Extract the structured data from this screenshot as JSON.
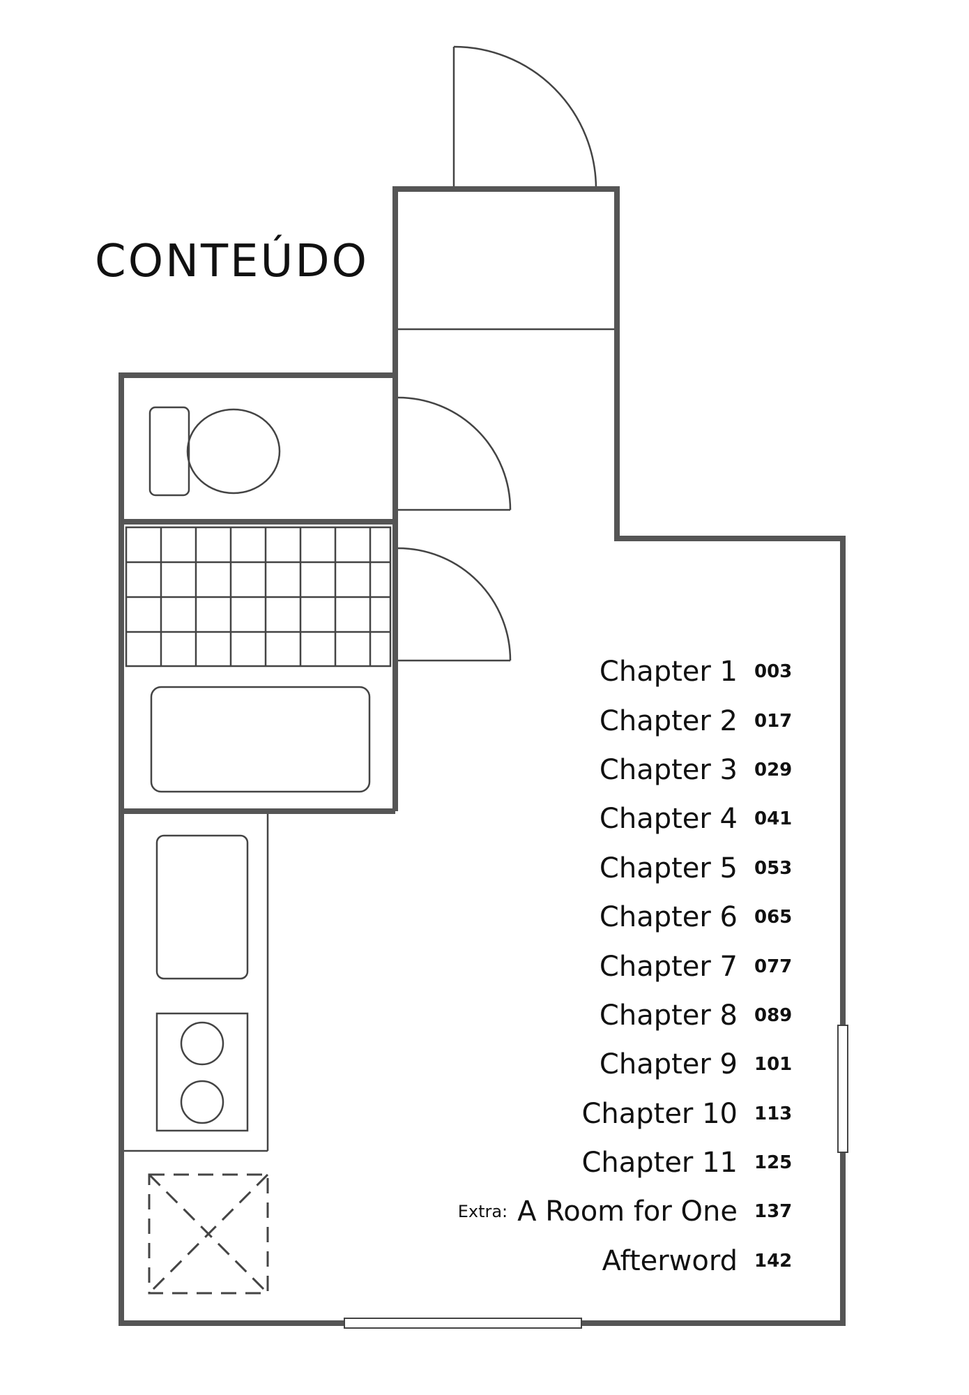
{
  "heading": "CONTEÚDO",
  "contents": [
    {
      "label": "Chapter 1",
      "page": "003"
    },
    {
      "label": "Chapter 2",
      "page": "017"
    },
    {
      "label": "Chapter 3",
      "page": "029"
    },
    {
      "label": "Chapter 4",
      "page": "041"
    },
    {
      "label": "Chapter 5",
      "page": "053"
    },
    {
      "label": "Chapter 6",
      "page": "065"
    },
    {
      "label": "Chapter 7",
      "page": "077"
    },
    {
      "label": "Chapter 8",
      "page": "089"
    },
    {
      "label": "Chapter 9",
      "page": "101"
    },
    {
      "label": "Chapter 10",
      "page": "113"
    },
    {
      "label": "Chapter 11",
      "page": "125"
    },
    {
      "prefix": "Extra:",
      "label": "A Room for One",
      "page": "137"
    },
    {
      "label": "Afterword",
      "page": "142"
    }
  ],
  "colors": {
    "wall": "#555555",
    "ink": "#111111",
    "paper": "#ffffff"
  }
}
